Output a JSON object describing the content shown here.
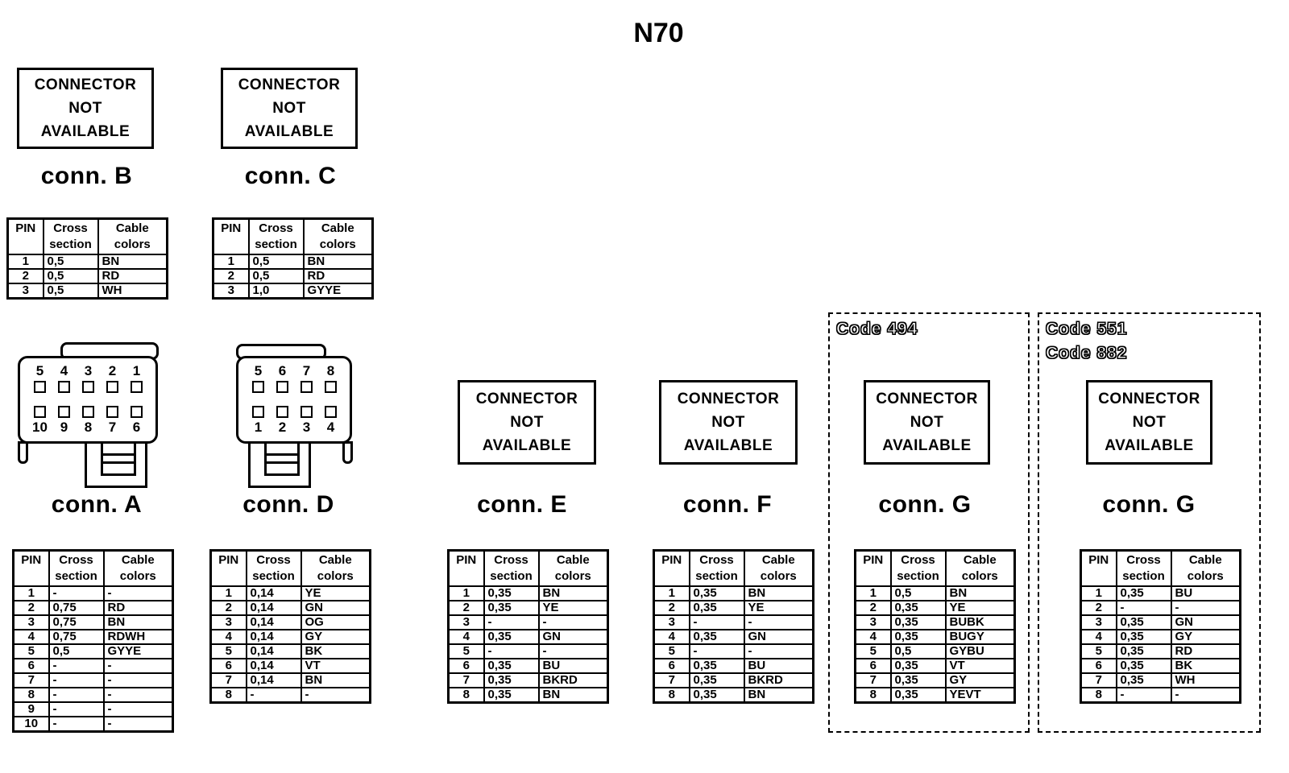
{
  "title": "N70",
  "na_text": "CONNECTOR\nNOT\nAVAILABLE",
  "headers": {
    "pin": "PIN",
    "cross": "Cross\nsection",
    "cable": "Cable\ncolors"
  },
  "colors": {
    "ink": "#000000",
    "paper": "#ffffff"
  },
  "connectors": {
    "B": {
      "label": "conn. B",
      "rows": [
        [
          "1",
          "0,5",
          "BN"
        ],
        [
          "2",
          "0,5",
          "RD"
        ],
        [
          "3",
          "0,5",
          "WH"
        ]
      ]
    },
    "C": {
      "label": "conn. C",
      "rows": [
        [
          "1",
          "0,5",
          "BN"
        ],
        [
          "2",
          "0,5",
          "RD"
        ],
        [
          "3",
          "1,0",
          "GYYE"
        ]
      ]
    },
    "A": {
      "label": "conn. A",
      "pins_top": [
        "5",
        "4",
        "3",
        "2",
        "1"
      ],
      "pins_bottom": [
        "10",
        "9",
        "8",
        "7",
        "6"
      ],
      "rows": [
        [
          "1",
          "-",
          "-"
        ],
        [
          "2",
          "0,75",
          "RD"
        ],
        [
          "3",
          "0,75",
          "BN"
        ],
        [
          "4",
          "0,75",
          "RDWH"
        ],
        [
          "5",
          "0,5",
          "GYYE"
        ],
        [
          "6",
          "-",
          "-"
        ],
        [
          "7",
          "-",
          "-"
        ],
        [
          "8",
          "-",
          "-"
        ],
        [
          "9",
          "-",
          "-"
        ],
        [
          "10",
          "-",
          "-"
        ]
      ]
    },
    "D": {
      "label": "conn. D",
      "pins_top": [
        "5",
        "6",
        "7",
        "8"
      ],
      "pins_bottom": [
        "1",
        "2",
        "3",
        "4"
      ],
      "rows": [
        [
          "1",
          "0,14",
          "YE"
        ],
        [
          "2",
          "0,14",
          "GN"
        ],
        [
          "3",
          "0,14",
          "OG"
        ],
        [
          "4",
          "0,14",
          "GY"
        ],
        [
          "5",
          "0,14",
          "BK"
        ],
        [
          "6",
          "0,14",
          "VT"
        ],
        [
          "7",
          "0,14",
          "BN"
        ],
        [
          "8",
          "-",
          "-"
        ]
      ]
    },
    "E": {
      "label": "conn. E",
      "rows": [
        [
          "1",
          "0,35",
          "BN"
        ],
        [
          "2",
          "0,35",
          "YE"
        ],
        [
          "3",
          "-",
          "-"
        ],
        [
          "4",
          "0,35",
          "GN"
        ],
        [
          "5",
          "-",
          "-"
        ],
        [
          "6",
          "0,35",
          "BU"
        ],
        [
          "7",
          "0,35",
          "BKRD"
        ],
        [
          "8",
          "0,35",
          "BN"
        ]
      ]
    },
    "F": {
      "label": "conn. F",
      "rows": [
        [
          "1",
          "0,35",
          "BN"
        ],
        [
          "2",
          "0,35",
          "YE"
        ],
        [
          "3",
          "-",
          "-"
        ],
        [
          "4",
          "0,35",
          "GN"
        ],
        [
          "5",
          "-",
          "-"
        ],
        [
          "6",
          "0,35",
          "BU"
        ],
        [
          "7",
          "0,35",
          "BKRD"
        ],
        [
          "8",
          "0,35",
          "BN"
        ]
      ]
    },
    "G1": {
      "label": "conn. G",
      "codes": [
        "Code 494"
      ],
      "rows": [
        [
          "1",
          "0,5",
          "BN"
        ],
        [
          "2",
          "0,35",
          "YE"
        ],
        [
          "3",
          "0,35",
          "BUBK"
        ],
        [
          "4",
          "0,35",
          "BUGY"
        ],
        [
          "5",
          "0,5",
          "GYBU"
        ],
        [
          "6",
          "0,35",
          "VT"
        ],
        [
          "7",
          "0,35",
          "GY"
        ],
        [
          "8",
          "0,35",
          "YEVT"
        ]
      ]
    },
    "G2": {
      "label": "conn. G",
      "codes": [
        "Code 551",
        "Code 882"
      ],
      "rows": [
        [
          "1",
          "0,35",
          "BU"
        ],
        [
          "2",
          "-",
          "-"
        ],
        [
          "3",
          "0,35",
          "GN"
        ],
        [
          "4",
          "0,35",
          "GY"
        ],
        [
          "5",
          "0,35",
          "RD"
        ],
        [
          "6",
          "0,35",
          "BK"
        ],
        [
          "7",
          "0,35",
          "WH"
        ],
        [
          "8",
          "-",
          "-"
        ]
      ]
    }
  }
}
